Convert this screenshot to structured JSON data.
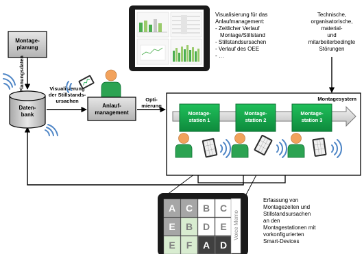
{
  "boxes": {
    "planning": [
      "Montage-",
      "planung"
    ],
    "database": [
      "Daten-",
      "bank"
    ],
    "ramp_up": [
      "Anlauf-",
      "management"
    ],
    "stations": [
      [
        "Montage-",
        "station 1"
      ],
      [
        "Montage-",
        "station 2"
      ],
      [
        "Montage-",
        "station 3"
      ]
    ],
    "system_title": "Montagesystem"
  },
  "edge_labels": {
    "planning_data": "Planungsdaten",
    "visualization": [
      "Visualisierung",
      "der Stillstands-",
      "ursachen"
    ],
    "optimization": [
      "Opti-",
      "mierung"
    ]
  },
  "annotations": {
    "visualization_title": [
      "Visualisierung für das",
      "Anlaufmanagement:"
    ],
    "visualization_items": [
      "- Zeitlicher Verlauf",
      "  Montage/Stillstand",
      "- Stillstandsursachen",
      "- Verlauf des OEE",
      "- …"
    ],
    "disruptions": [
      "Technische,",
      "organisatorische,",
      "material-",
      "und",
      "mitarbeiterbedingte",
      "Störungen"
    ],
    "capture": [
      "Erfassung von",
      "Montagezeiten und",
      "Stillstandsursachen",
      "an den",
      "Montagestationen mit",
      "vorkonfigurierten",
      "Smart-Devices"
    ]
  },
  "tablet_grid": {
    "cells": [
      [
        "A",
        "C",
        "B",
        "C"
      ],
      [
        "E",
        "B",
        "D",
        "E"
      ],
      [
        "E",
        "F",
        "A",
        "D"
      ]
    ],
    "side_label": "Voice Memo",
    "colors": {
      "gray": "#a6a6a6",
      "light_green": "#d8ecd0",
      "white": "#ffffff",
      "dark": "#404040",
      "frame": "#1a1a1a"
    }
  },
  "colors": {
    "green": "#12a34a",
    "green_dark": "#0b6e31",
    "gray_box": "#c8c8c8",
    "gray_edge": "#808080",
    "wireless": "#4f86c6",
    "person_head": "#f2a25c",
    "person_body": "#2ca352"
  }
}
